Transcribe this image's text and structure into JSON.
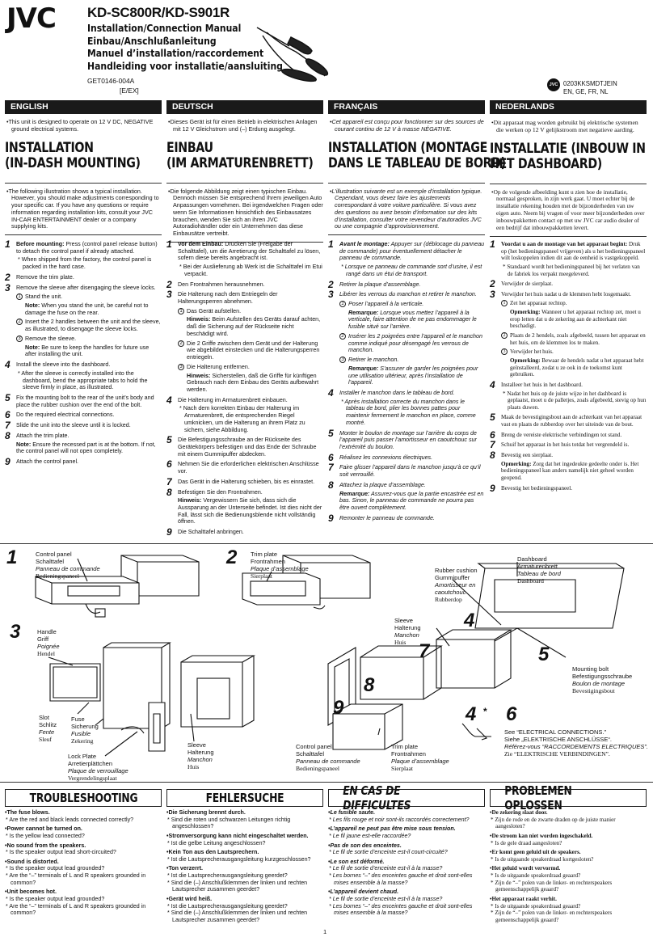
{
  "header": {
    "brand": "JVC",
    "model": "KD-SC800R/KD-S901R",
    "titles": [
      "Installation/Connection Manual",
      "Einbau/Anschlußanleitung",
      "Manuel d’installation/raccordement",
      "Handleiding voor installatie/aansluiting"
    ],
    "code": "GET0146-004A",
    "code2": "[E/EX]",
    "logo_text": "JVC",
    "doc_code": "0203KKSMDTJEIN",
    "langs": "EN, GE, FR, NL"
  },
  "columns": [
    {
      "lang": "ENGLISH",
      "intro": "This unit is designed to operate on 12 V DC, NEGATIVE ground electrical systems.",
      "title1": "INSTALLATION",
      "title2": "(IN-DASH MOUNTING)",
      "lead": "The following illustration shows a typical installation. However, you should make adjustments corresponding to your specific car. If you have any questions or require information regarding installation kits, consult your JVC IN-CAR ENTERTAINMENT dealer or a company supplying kits.",
      "s1a": "Before mounting:",
      "s1b": " Press (control panel release button) to detach the control panel if already attached.",
      "s1n": "When shipped from the factory, the control panel is packed in the hard case.",
      "s2": "Remove the trim plate.",
      "s3": "Remove the sleeve after disengaging the sleeve locks.",
      "s3a": "Stand the unit.",
      "s3an": "Note:",
      "s3ant": " When you stand the unit, be careful not to damage the fuse on the rear.",
      "s3b": "Insert the 2 handles between the unit and the sleeve, as illustrated, to disengage the sleeve locks.",
      "s3c": "Remove the sleeve.",
      "s3cn": "Note:",
      "s3cnt": " Be sure to keep the handles for future use after installing the unit.",
      "s4": "Install the sleeve into the dashboard.",
      "s4n": "After the sleeve is correctly installed into the dashboard, bend the appropriate tabs to hold the sleeve firmly in place, as illustrated.",
      "s5": "Fix the mounting bolt to the rear of the unit’s body and place the rubber cushion over the end of the bolt.",
      "s6": "Do the required electrical connections.",
      "s7": "Slide the unit into the sleeve until it is locked.",
      "s8": "Attach the trim plate.",
      "s8n": "Note:",
      "s8nt": " Ensure the recessed part is at the bottom. If not, the control panel will not open completely.",
      "s9": "Attach the control panel."
    },
    {
      "lang": "DEUTSCH",
      "intro": "Dieses Gerät ist für einen Betrieb in elektrischen Anlagen mit 12 V Gleichstrom und (–) Erdung ausgelegt.",
      "title1": "EINBAU",
      "title2": "(IM ARMATURENBRETT)",
      "lead": "Die folgende Abbildung zeigt einen typischen Einbau. Dennoch müssen Sie entsprechend Ihrem jeweiligen Auto Anpassungen vornehmen. Bei irgendwelchen Fragen oder wenn Sie Informationen hinsichtlich des Einbausatzes brauchen, wenden Sie sich an ihren JVC Autoradiohändler oder ein Unternehmen das diese Einbausätze vertreibt.",
      "s1a": "Vor dem Einbau:",
      "s1b": " Drücken Sie (Freigabe der Schalttafel), um die Arretierung der Schalttafel zu lösen, sofern diese bereits angebracht ist.",
      "s1n": "Bei der Auslieferung ab Werk ist die Schalttafel im Etui verpackt.",
      "s2": "Den Frontrahmen herausnehmen.",
      "s3": "Die Halterung nach dem Entriegeln der Halterungsperren abnehmen.",
      "s3a": "Das Gerät aufstellen.",
      "s3an": "Hinweis:",
      "s3ant": " Beim Aufstellen des Geräts darauf achten, daß die Sicherung auf der Rückseite nicht beschädigt wird.",
      "s3b": "Die 2 Griffe zwischen dem Gerät und der Halterung wie abgebildet einstecken und die Halterungsperren entriegeln.",
      "s3c": "Die Halterung entfernen.",
      "s3cn": "Hinweis:",
      "s3cnt": " Sicherstellen, daß die Griffe für künftigen Gebrauch nach dem Einbau des Geräts aufbewahrt werden.",
      "s4": "Die Halterung im Armaturenbrett einbauen.",
      "s4n": "Nach dem korrekten Einbau der Halterung im Armaturenbrett, die entsprechenden Riegel umknicken, um die Halterung an ihrem Platz zu sichern, siehe Abbildung.",
      "s5": "Die Befestigungsschraube an der Rückseite des Gerätekörpers befestigen und das Ende der Schraube mit einem Gummipuffer abdecken.",
      "s6": "Nehmen Sie die erforderlichen elektrischen Anschlüsse vor.",
      "s7": "Das Gerät in die Halterung schieben, bis es einrastet.",
      "s8": "Befestigen Sie den Frontrahmen.",
      "s8n": "Hinweis:",
      "s8nt": " Vergewissern Sie sich, dass sich die Aussparung an der Unterseite befindet. Ist dies nicht der Fall, lässt sich die Bedienungsblende nicht vollständig öffnen.",
      "s9": "Die Schalttafel anbringen."
    },
    {
      "lang": "FRANÇAIS",
      "intro": "Cet appareil est conçu pour fonctionner sur des sources de courant continu de 12 V à masse NÉGATIVE.",
      "title1": "INSTALLATION (MONTAGE",
      "title2": "DANS LE TABLEAU DE BORD)",
      "lead": "L’illustration suivante est un exemple d’installation typique. Cependant, vous devez faire les ajustements correspondant à votre voiture particulière. Si vous avez des questions ou avez besoin d’information sur des kits d’installation, consulter votre revendeur d’autoradios JVC ou une compagnie d’approvisionnement.",
      "s1a": "Avant le montage:",
      "s1b": " Appuyer sur (déblocage du panneau de commande) pour éventuellement détacher le panneau de commande.",
      "s1n": "Lorsque ce panneau de commande sort d’usine, il est rangé dans un étui de transport.",
      "s2": "Retirer la plaque d’assemblage.",
      "s3": "Libérer les verrous du manchon et retirer le manchon.",
      "s3a": "Poser l’appareil à la verticale.",
      "s3an": "Remarque:",
      "s3ant": " Lorsque vous mettez l’appareil à la verticale, faire attention de ne pas endommager le fusible situé sur l’arrière.",
      "s3b": "Insérer les 2 poignées entre l’appareil et le manchon comme indiqué pour désengagé les verrous de manchon.",
      "s3c": "Retirer le manchon.",
      "s3cn": "Remarque:",
      "s3cnt": " S’assurer de garder les poignées pour une utilisation ultérieur, après l’installation de l’appareil.",
      "s4": "Installer le manchon dans le tableau de bord.",
      "s4n": "Après installation correcte du manchon dans le tableau de bord, plier les bonnes pattes pour maintenir fermement le manchon en place, comme montré.",
      "s5": "Monter le boulon de montage sur l’arrière du corps de l’appareil puis passer l’amortisseur en caoutchouc sur l’extrémité du boulon.",
      "s6": "Réalisez les connexions électriques.",
      "s7": "Faire glisser l’appareil dans le manchon jusqu’à ce qu’il soit verrouillé.",
      "s8": "Attachez la plaque d’assemblage.",
      "s8n": "Remarque:",
      "s8nt": " Assurez-vous que la partie encastrée est en bas. Sinon, le panneau de commande ne pourra pas être ouvert complètement.",
      "s9": "Remonter le panneau de commande."
    },
    {
      "lang": "NEDERLANDS",
      "intro": "Dit apparaat mag worden gebruikt bij elektrische systemen die werken op 12 V gelijkstroom met negatieve aarding.",
      "title1": "INSTALLATIE (INBOUW IN",
      "title2": "HET DASHBOARD)",
      "lead": "Op de volgende afbeelding kunt u zien hoe de installatie, normaal gesproken, in zijn werk gaat. U moet echter bij de installatie rekening houden met de bijzonderheden van uw eigen auto. Neem bij vragen of voor meer bijzonderheden over inbouwpakketten contact op met uw JVC car audio dealer of een bedrijf dat inbouwpakketten levert.",
      "s1a": "Voordat u aan de montage van het apparaat begint:",
      "s1b": " Druk op (het bedieningspaneel vrijgeven) als u het bedieningspaneel wilt loskoppelen indien dit aan de eenheid is vastgekoppeld.",
      "s1n": "Standaard wordt het bedieningspaneel bij het verlaten van de fabriek los verpakt meegeleverd.",
      "s2": "Verwijder de sierplaat.",
      "s3": "Verwijder het huis nadat u de klemmen hebt losgemaakt.",
      "s3a": "Zet het apparaat rechtop.",
      "s3an": "Opmerking:",
      "s3ant": " Wanneer u het apparaat rechtop zet, moet u erop letten dat u de zekering aan de achterkant niet beschadigt.",
      "s3b": "Plaats de 2 hendels, zoals afgebeeld, tussen het apparaat en het huis, om de klemmen los te maken.",
      "s3c": "Verwijder het huis.",
      "s3cn": "Opmerking:",
      "s3cnt": " Bewaar de hendels nadat u het apparaat hebt geïnstalleerd, zodat u ze ook in de toekomst kunt gebruiken.",
      "s4": "Installeer het huis in het dashboard.",
      "s4n": "Nadat het huis op de juiste wijze in het dashboard is geplaatst, moet u de palletjes, zoals afgebeeld, stevig op hun plaats duwen.",
      "s5": "Maak de bevestigingsbout aan de achterkant van het apparaat vast en plaats de rubberdop over het uiteinde van de bout.",
      "s6": "Breng de vereiste elektrische verbindingen tot stand.",
      "s7": "Schuif het apparaat in het huis totdat het vergrendeld is.",
      "s8": "Bevestig een sierplaat.",
      "s8n": "Opmerking:",
      "s8nt": " Zorg dat het ingedeukte gedeelte onder is. Het bedieningspaneel kan anders namelijk niet geheel worden geopend.",
      "s9": "Bevestig het bedieningspaneel."
    }
  ],
  "figure": {
    "control_panel": [
      "Control panel",
      "Schalttafel",
      "Panneau de commande",
      "Bedieningspaneel"
    ],
    "trim_plate": [
      "Trim plate",
      "Frontrahmen",
      "Plaque d’assemblage",
      "Sierplaat"
    ],
    "dashboard": [
      "Dashboard",
      "Armaturenbrett",
      "Tableau de bord",
      "Dashboard"
    ],
    "rubber": [
      "Rubber cushion",
      "Gummipuffer",
      "Amortisseur en",
      "caoutchouc",
      "Rubberdop"
    ],
    "handle": [
      "Handle",
      "Griff",
      "Poignée",
      "Hendel"
    ],
    "sleeve": [
      "Sleeve",
      "Halterung",
      "Manchon",
      "Huis"
    ],
    "sleeve2": [
      "Sleeve",
      "Halterung",
      "Manchon",
      "Huis"
    ],
    "bolt": [
      "Mounting bolt",
      "Befestigungsschraube",
      "Boulon de montage",
      "Bevestigingsbout"
    ],
    "slot": [
      "Slot",
      "Schlitz",
      "Fente",
      "Sleuf"
    ],
    "fuse": [
      "Fuse",
      "Sicherung",
      "Fusible",
      "Zekering"
    ],
    "lockplate": [
      "Lock Plate",
      "Arretierplättchen",
      "Plaque de verrouillage",
      "Vergrendelingsplaat"
    ],
    "cp2": [
      "Control panel",
      "Schalttafel",
      "Panneau de commande",
      "Bedieningspaneel"
    ],
    "tp2": [
      "Trim plate",
      "Frontrahmen",
      "Plaque d’assemblage",
      "Sierplaat"
    ],
    "see": [
      "See “ELECTRICAL CONNECTIONS.”",
      "Siehe „ELEKTRISCHE ANSCHLÜSSE“.",
      "Référez-vous “RACCORDEMENTS ELECTRIQUES”.",
      "Zie “ELEKTRISCHE VERBINDINGEN”."
    ],
    "nums": [
      "1",
      "2",
      "3",
      "4",
      "5",
      "6",
      "7",
      "8",
      "9",
      "4"
    ],
    "star": "*"
  },
  "troubleshooting": [
    {
      "title": "TROUBLESHOOTING",
      "items": [
        {
          "q": "The fuse blows.",
          "a": [
            "Are the red and black leads connected correctly?"
          ]
        },
        {
          "q": "Power cannot be turned on.",
          "a": [
            "Is the yellow lead connected?"
          ]
        },
        {
          "q": "No sound from the speakers.",
          "a": [
            "Is the speaker output lead short-circuited?"
          ]
        },
        {
          "q": "Sound is distorted.",
          "a": [
            "Is the speaker output lead grounded?",
            "Are the “–” terminals of L and R speakers grounded in common?"
          ]
        },
        {
          "q": "Unit becomes hot.",
          "a": [
            "Is the speaker output lead grounded?",
            "Are the “–” terminals of L and R speakers grounded in common?"
          ]
        }
      ]
    },
    {
      "title": "FEHLERSUCHE",
      "items": [
        {
          "q": "Die Sicherung brennt durch.",
          "a": [
            "Sind die roten und schwarzen Leitungen richtig angeschlossen?"
          ]
        },
        {
          "q": "Stromversorgung kann nicht eingeschaltet werden.",
          "a": [
            "Ist die gelbe Leitung angeschlossen?"
          ]
        },
        {
          "q": "Kein Ton aus den Lautsprechern.",
          "a": [
            "Ist die Lautsprecherausgangsleitung kurzgeschlossen?"
          ]
        },
        {
          "q": "Ton verzerrt.",
          "a": [
            "Ist die Lautsprecherausgangsleitung geerdet?",
            "Sind die (–) Anschlußklemmen der linken und rechten Lautsprecher zusammen geerdet?"
          ]
        },
        {
          "q": "Gerät wird heiß.",
          "a": [
            "Ist die Lautsprecherausgangsleitung geerdet?",
            "Sind die (–) Anschlußklemmen der linken und rechten Lautsprecher zusammen geerdet?"
          ]
        }
      ]
    },
    {
      "title": "EN CAS DE DIFFICULTES",
      "items": [
        {
          "q": "Le fusible saute.",
          "a": [
            "Les fils rouge et noir sont-ils raccordés correctement?"
          ]
        },
        {
          "q": "L’appareil ne peut pas être mise sous tension.",
          "a": [
            "Le fil jaune est-elle raccordée?"
          ]
        },
        {
          "q": "Pas de son des enceintes.",
          "a": [
            "Le fil de sortie d’enceinte est-il court-circuité?"
          ]
        },
        {
          "q": "Le son est déformé.",
          "a": [
            "Le fil de sortie d’enceinte est-il à la masse?",
            "Les bornes “–” des enceintes gauche et droit sont-elles mises ensemble à la masse?"
          ]
        },
        {
          "q": "L’appareil devient chaud.",
          "a": [
            "Le fil de sortie d’enceinte est-il à la masse?",
            "Les bornes “–” des enceintes gauche et droit sont-elles mises ensemble à la masse?"
          ]
        }
      ]
    },
    {
      "title": "PROBLEMEN OPLOSSEN",
      "items": [
        {
          "q": "De zekering slaat door.",
          "a": [
            "Zijn de rode en de zwarte draden op de juiste manier aangesloten?"
          ]
        },
        {
          "q": "De stroom kan niet worden ingeschakeld.",
          "a": [
            "Is de gele draad aangesloten?"
          ]
        },
        {
          "q": "Er komt geen geluid uit de speakers.",
          "a": [
            "Is de uitgaande speakerdraad kortgesloten?"
          ]
        },
        {
          "q": "Het geluid wordt vervormd.",
          "a": [
            "Is de uitgaande speakerdraad geaard?",
            "Zijn de “–” polen van de linker- en rechterspeakers gemeenschappelijk geaard?"
          ]
        },
        {
          "q": "Het apparaat raakt verhit.",
          "a": [
            "Is de uitgaande speakerdraad geaard?",
            "Zijn de “–” polen van de linker- en rechterspeakers gemeenschappelijk geaard?"
          ]
        }
      ]
    }
  ],
  "page_number": "1"
}
